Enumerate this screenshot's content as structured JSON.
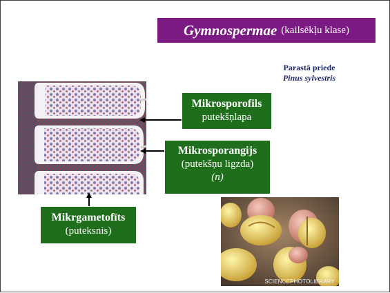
{
  "title": {
    "main": "Gymnospermae",
    "sub": "(kailsēkļu klase)"
  },
  "species": {
    "common": "Parastā priede",
    "latin": "Pinus sylvestris"
  },
  "labels": {
    "microsporophyll": {
      "name": "Mikrosporofils",
      "desc": "putekšņlapa"
    },
    "microsporangium": {
      "name": "Mikrosporangijs",
      "desc": "(putekšņu ligzda)",
      "ploidy": "(n)"
    },
    "microgametophyte": {
      "name": "Mikrgametofīts",
      "desc": "(puteksnis)"
    }
  },
  "photo_credit": "SCIENCEPHOTOLIBRARY",
  "colors": {
    "title_bg": "#7b1a82",
    "label_bg": "#1f6e1c",
    "species_text": "#1f2a6a"
  }
}
